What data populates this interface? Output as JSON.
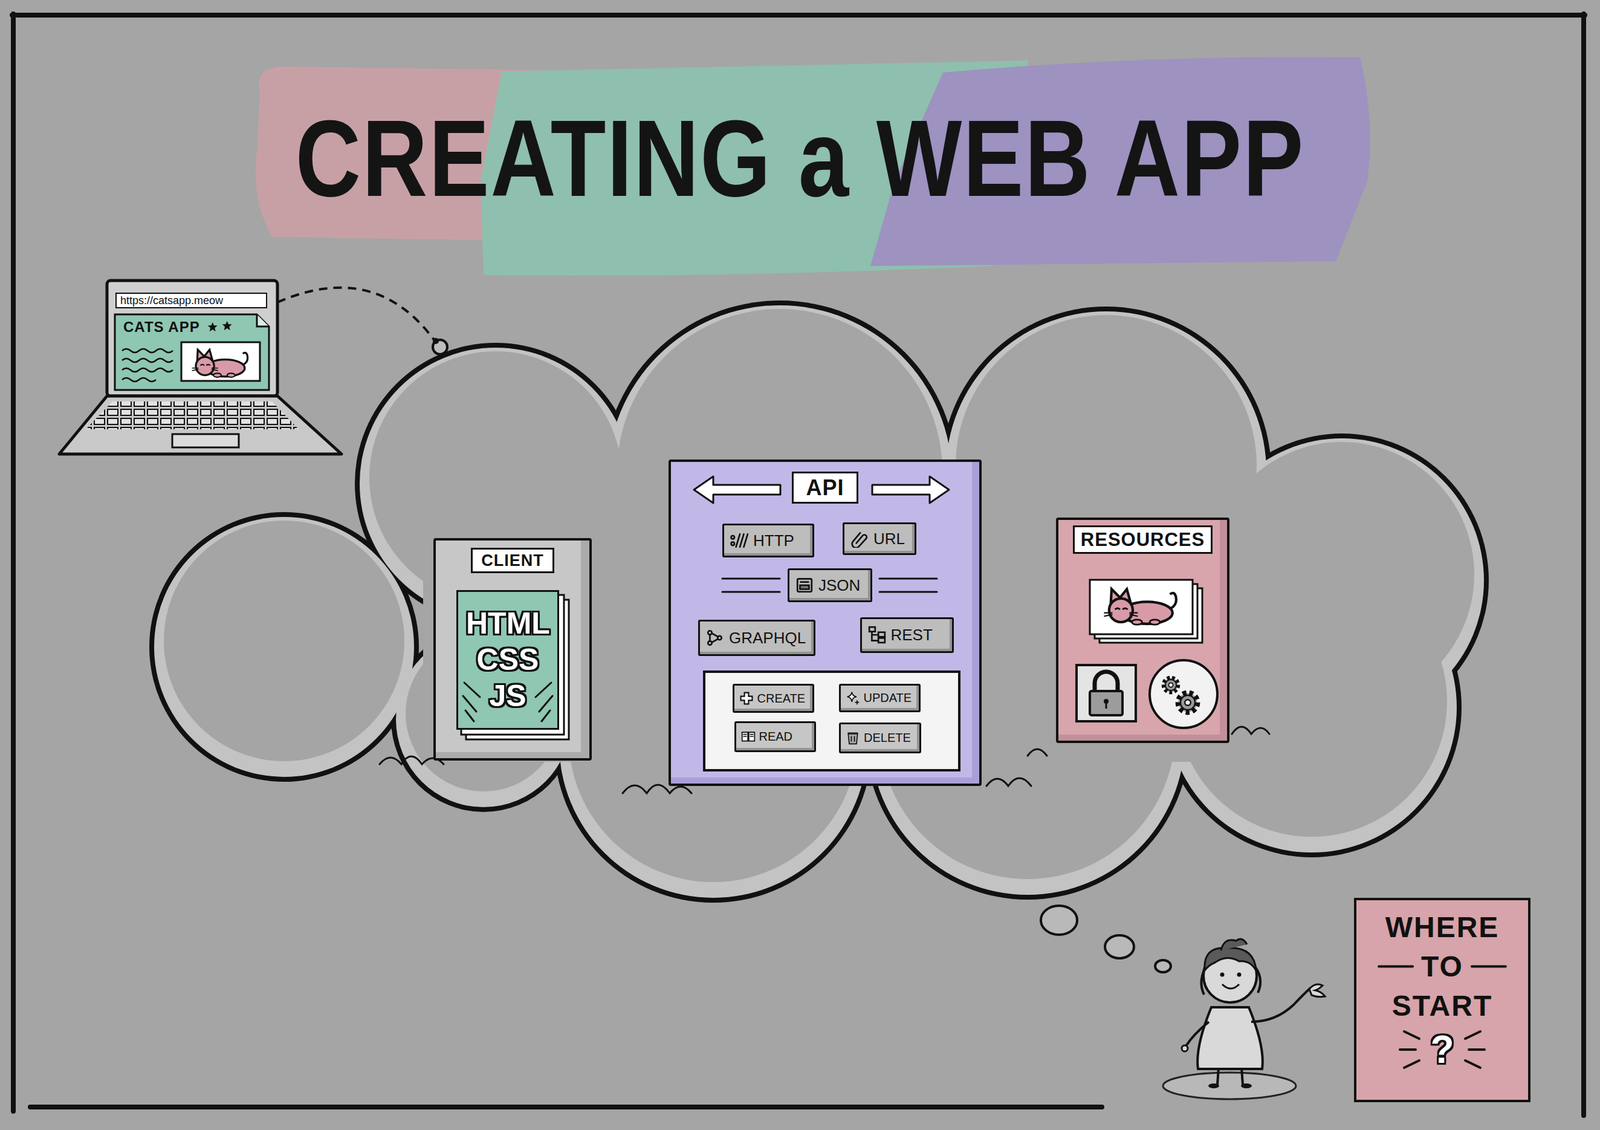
{
  "diagram": {
    "title": "CREATING a WEB APP",
    "nodes": [
      {
        "text": [
          "CLIENT"
        ]
      },
      {
        "text": [
          "HTML CSS JS"
        ],
        "in": 0
      },
      {
        "text": [
          "API"
        ]
      },
      {
        "text": [
          "HTTP"
        ],
        "in": 2
      },
      {
        "text": [
          "URL"
        ],
        "in": 2
      },
      {
        "text": [
          "JSON"
        ],
        "in": 2
      },
      {
        "text": [
          "GRAPHQL"
        ],
        "in": 2
      },
      {
        "text": [
          "REST"
        ],
        "in": 2
      },
      {
        "text": [
          "CREATE"
        ],
        "in": 2
      },
      {
        "text": [
          "UPDATE"
        ],
        "in": 2
      },
      {
        "text": [
          "READ"
        ],
        "in": 2
      },
      {
        "text": [
          "DELETE"
        ],
        "in": 2
      },
      {
        "text": [
          "RESOURCES"
        ]
      },
      {
        "text": [
          "WHERE TO START",
          "?"
        ]
      }
    ],
    "labels": [
      "https://catsapp.meow",
      "CATS APP"
    ]
  }
}
